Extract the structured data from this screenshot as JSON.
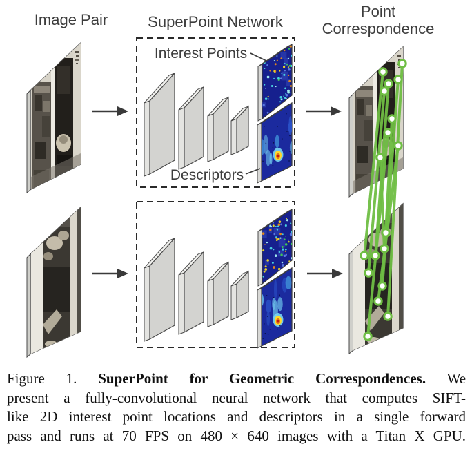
{
  "figure": {
    "header": {
      "image_pair": "Image Pair",
      "network": "SuperPoint Network",
      "correspondence_line1": "Point",
      "correspondence_line2": "Correspondence"
    },
    "network_box": {
      "interest_points": "Interest Points",
      "descriptors": "Descriptors"
    },
    "matches": [
      {
        "a": [
          583,
          92
        ],
        "b": [
          562,
          458
        ]
      },
      {
        "a": [
          577,
          115
        ],
        "b": [
          554,
          414
        ]
      },
      {
        "a": [
          577,
          211
        ],
        "b": [
          548,
          436
        ]
      },
      {
        "a": [
          568,
          172
        ],
        "b": [
          559,
          337
        ]
      },
      {
        "a": [
          563,
          121
        ],
        "b": [
          544,
          370
        ]
      },
      {
        "a": [
          562,
          192
        ],
        "b": [
          533,
          487
        ]
      },
      {
        "a": [
          557,
          132
        ],
        "b": [
          534,
          395
        ]
      },
      {
        "a": [
          555,
          104
        ],
        "b": [
          528,
          370
        ]
      },
      {
        "a": [
          551,
          228
        ],
        "b": [
          557,
          360
        ]
      }
    ],
    "colors": {
      "match_green": "#6fbe44",
      "heatmap_navy": "#16208e",
      "descriptor_navy": "#1b2a9e",
      "panel_gray": "#dfdcd3",
      "arrow": "#3a3a3a"
    }
  },
  "caption": {
    "line1_prefix": "Figure 1.",
    "line1_bold": "SuperPoint for Geometric Correspondences.",
    "line1_suffix": "We",
    "line2": "present a fully-convolutional neural network that computes SIFT-",
    "line3": "like 2D interest point locations and descriptors in a single forward",
    "line4": "pass and runs at 70 FPS on 480 × 640 images with a Titan X GPU."
  }
}
